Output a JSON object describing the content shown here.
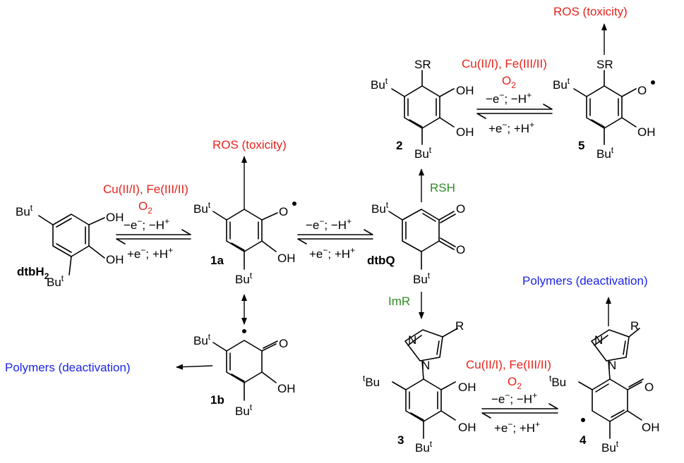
{
  "compounds": {
    "dtbH2": {
      "label": "dtbH",
      "label_sub": "2",
      "tbu_top": "Bu",
      "tbu_top_sup": "t",
      "tbu_bottom": "Bu",
      "tbu_bottom_sup": "t",
      "oh1": "OH",
      "oh2": "OH"
    },
    "c1a": {
      "label": "1a",
      "tbu_top": "Bu",
      "tbu_top_sup": "t",
      "tbu_bottom": "Bu",
      "tbu_bottom_sup": "t",
      "o": "O",
      "oh": "OH"
    },
    "c1b": {
      "label": "1b",
      "tbu_top": "Bu",
      "tbu_top_sup": "t",
      "tbu_bottom": "Bu",
      "tbu_bottom_sup": "t",
      "o": "O",
      "oh": "OH"
    },
    "dtbQ": {
      "label": "dtbQ",
      "tbu_top": "Bu",
      "tbu_top_sup": "t",
      "tbu_bottom": "Bu",
      "tbu_bottom_sup": "t",
      "o1": "O",
      "o2": "O"
    },
    "c2": {
      "label": "2",
      "sr": "SR",
      "tbu_top": "Bu",
      "tbu_top_sup": "t",
      "tbu_bottom": "Bu",
      "tbu_bottom_sup": "t",
      "oh1": "OH",
      "oh2": "OH"
    },
    "c5": {
      "label": "5",
      "sr": "SR",
      "tbu_top": "Bu",
      "tbu_top_sup": "t",
      "tbu_bottom": "Bu",
      "tbu_bottom_sup": "t",
      "o": "O",
      "oh": "OH"
    },
    "c3": {
      "label": "3",
      "n1": "N",
      "n2": "N",
      "r": "R",
      "tbu_left": "Bu",
      "tbu_left_sup": "t",
      "tbu_bottom": "Bu",
      "tbu_bottom_sup": "t",
      "oh1": "OH",
      "oh2": "OH"
    },
    "c4": {
      "label": "4",
      "n1": "N",
      "n2": "N",
      "r": "R",
      "tbu_left": "Bu",
      "tbu_left_sup": "t",
      "tbu_bottom": "Bu",
      "tbu_bottom_sup": "t",
      "o": "O",
      "oh": "OH"
    }
  },
  "conditions": {
    "catalysts": "Cu(II/I), Fe(III/II)",
    "o2": "O",
    "o2_sub": "2",
    "forward_prefix": "−e",
    "forward_minus": "−",
    "forward_mid": "; −H",
    "forward_plus": "+",
    "reverse_prefix": "+e",
    "reverse_minus": "−",
    "reverse_mid": "; +H",
    "reverse_plus": "+"
  },
  "reagents": {
    "rsh": "RSH",
    "imr": "ImR"
  },
  "outcomes": {
    "ros": "ROS (toxicity)",
    "polymers": "Polymers (deactivation)"
  },
  "colors": {
    "condition": "#e8221b",
    "reagent": "#2e8b22",
    "polymer": "#1c24e6",
    "ros": "#e8221b"
  }
}
